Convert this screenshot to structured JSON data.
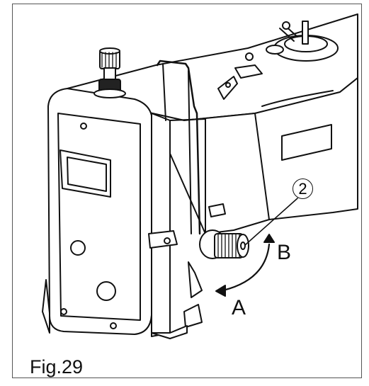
{
  "figure": {
    "caption": "Fig.29",
    "callout_number": "2",
    "direction_a": "A",
    "direction_b": "B"
  },
  "colors": {
    "line": "#111111",
    "fill": "#ffffff",
    "frame": "#555555"
  }
}
